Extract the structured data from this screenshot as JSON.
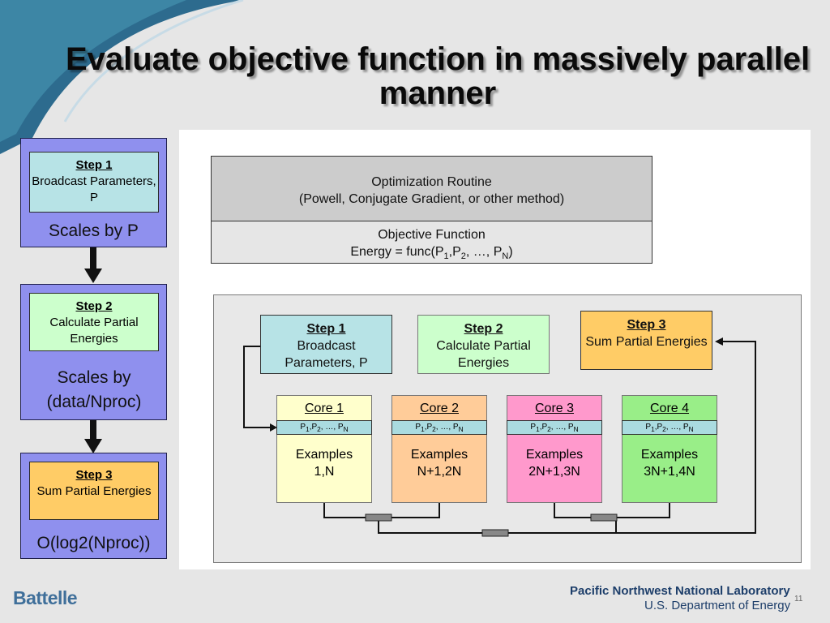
{
  "title": "Evaluate objective function in massively parallel manner",
  "left_panels": [
    {
      "step": "Step 1",
      "text": "Broadcast Parameters, P",
      "caption": "Scales by P"
    },
    {
      "step": "Step 2",
      "text": "Calculate Partial Energies",
      "caption": "Scales by (data/Nproc)"
    },
    {
      "step": "Step 3",
      "text": "Sum Partial Energies",
      "caption": "O(log2(Nproc))"
    }
  ],
  "optimization": {
    "line1": "Optimization Routine",
    "line2": "(Powell, Conjugate Gradient, or other method)"
  },
  "objective": {
    "line1": "Objective Function",
    "line2_prefix": "Energy = func(P",
    "line2_suffix": ", …, P"
  },
  "diagram_steps": [
    {
      "step": "Step 1",
      "text": "Broadcast Parameters, P"
    },
    {
      "step": "Step 2",
      "text": "Calculate Partial Energies"
    },
    {
      "step": "Step 3",
      "text": "Sum Partial Energies"
    }
  ],
  "cores": [
    {
      "name": "Core 1",
      "examples": "Examples",
      "range": "1,N"
    },
    {
      "name": "Core 2",
      "examples": "Examples",
      "range": "N+1,2N"
    },
    {
      "name": "Core 3",
      "examples": "Examples",
      "range": "2N+1,3N"
    },
    {
      "name": "Core 4",
      "examples": "Examples",
      "range": "3N+1,4N"
    }
  ],
  "param_strip": "P1,P2, …, PN",
  "footer": {
    "left": "Battelle",
    "right_line1": "Pacific Northwest National Laboratory",
    "right_line2": "U.S. Department of Energy",
    "page": "11"
  },
  "colors": {
    "panel": "#8f90ee",
    "step1": "#b7e3e6",
    "step2": "#ccffcc",
    "step3": "#ffcc66",
    "core1": "#ffffcc",
    "core2": "#ffcc99",
    "core3": "#ff99cc",
    "core4": "#99ee88"
  }
}
